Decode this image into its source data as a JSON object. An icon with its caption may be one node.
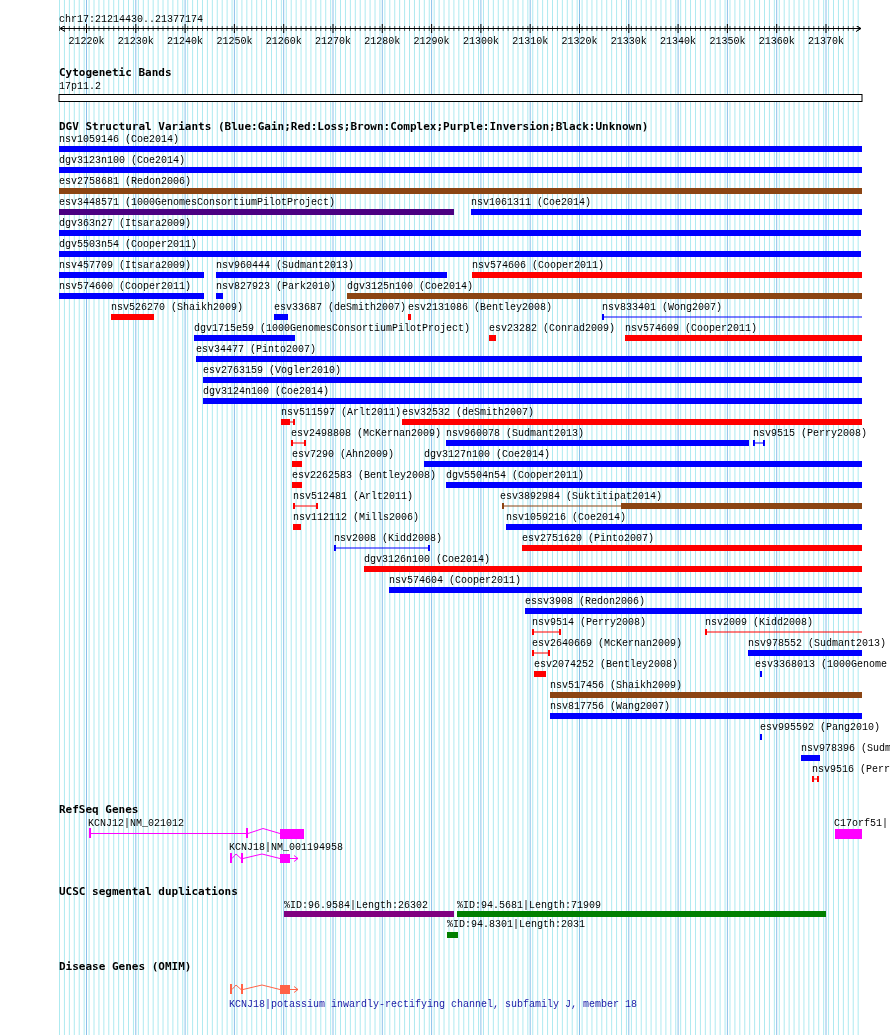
{
  "diagram": {
    "title": "chr17:21214430..21377174",
    "labels": [
      "21220k",
      "21230k",
      "21240k",
      "21250k",
      "21260k",
      "21270k",
      "21280k",
      "21290k",
      "21300k",
      "21310k",
      "21320k",
      "21330k",
      "21340k",
      "21350k",
      "21360k",
      "21370k",
      "Cytogenetic Bands",
      "17p11.2",
      "DGV Structural Variants (Blue:Gain;Red:Loss;Brown:Complex;Purple:Inversion;Black:Unknown)",
      "nsv1059146 (Coe2014)",
      "dgv3123n100 (Coe2014)",
      "esv2758681 (Redon2006)",
      "esv3448571 (1000GenomesConsortiumPilotProject)",
      "nsv1061311 (Coe2014)",
      "dgv363n27 (Itsara2009)",
      "dgv5503n54 (Cooper2011)",
      "nsv457709 (Itsara2009)",
      "nsv960444 (Sudmant2013)",
      "nsv574606 (Cooper2011)",
      "nsv574600 (Cooper2011)",
      "nsv827923 (Park2010)",
      "dgv3125n100 (Coe2014)",
      "nsv526270 (Shaikh2009)",
      "esv33687 (deSmith2007)",
      "esv2131086 (Bentley2008)",
      "nsv833401 (Wong2007)",
      "dgv1715e59 (1000GenomesConsortiumPilotProject)",
      "esv23282 (Conrad2009)",
      "nsv574609 (Cooper2011)",
      "esv34477 (Pinto2007)",
      "esv2763159 (Vogler2010)",
      "dgv3124n100 (Coe2014)",
      "nsv511597 (Arlt2011)",
      "esv32532 (deSmith2007)",
      "esv2498808 (McKernan2009)",
      "nsv960078 (Sudmant2013)",
      "nsv9515 (Perry2008)",
      "esv7290 (Ahn2009)",
      "dgv3127n100 (Coe2014)",
      "esv2262583 (Bentley2008)",
      "dgv5504n54 (Cooper2011)",
      "nsv512481 (Arlt2011)",
      "esv3892984 (Suktitipat2014)",
      "nsv112112 (Mills2006)",
      "nsv1059216 (Coe2014)",
      "nsv2008 (Kidd2008)",
      "esv2751620 (Pinto2007)",
      "dgv3126n100 (Coe2014)",
      "nsv574604 (Cooper2011)",
      "essv3908 (Redon2006)",
      "nsv9514 (Perry2008)",
      "nsv2009 (Kidd2008)",
      "esv2640669 (McKernan2009)",
      "nsv978552 (Sudmant2013)",
      "esv2074252 (Bentley2008)",
      "esv3368013 (1000Genome",
      "nsv517456 (Shaikh2009)",
      "nsv817756 (Wang2007)",
      "esv995592 (Pang2010)",
      "nsv978396 (Sudm",
      "nsv9516 (Perr",
      "RefSeq Genes",
      "KCNJ12|NM_021012",
      "C17orf51|",
      "KCNJ18|NM_001194958",
      "UCSC segmental duplications",
      "%ID:96.9584|Length:26302",
      "%ID:94.5681|Length:71909",
      "%ID:94.8301|Length:2031",
      "Disease Genes (OMIM)",
      "KCNJ18|potassium inwardly-rectifying channel, subfamily J, member 18"
    ]
  }
}
